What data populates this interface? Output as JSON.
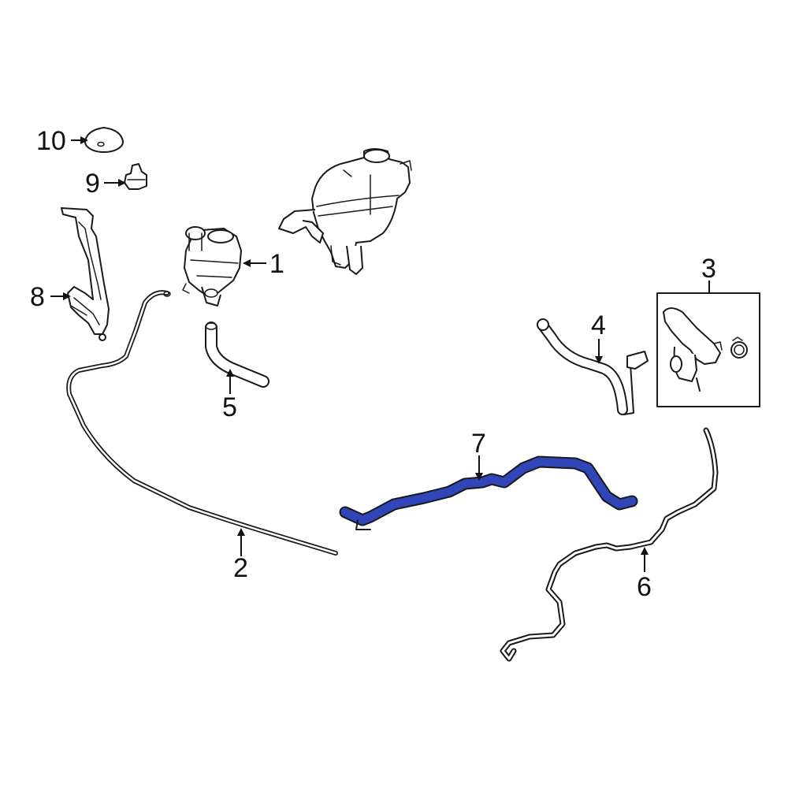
{
  "highlight_color": "#2f45b8",
  "line_color": "#1a1a1a",
  "callouts": {
    "c1": "1",
    "c2": "2",
    "c3": "3",
    "c4": "4",
    "c5": "5",
    "c6": "6",
    "c7": "7",
    "c8": "8",
    "c9": "9",
    "c10": "10"
  },
  "highlighted_part": "7"
}
